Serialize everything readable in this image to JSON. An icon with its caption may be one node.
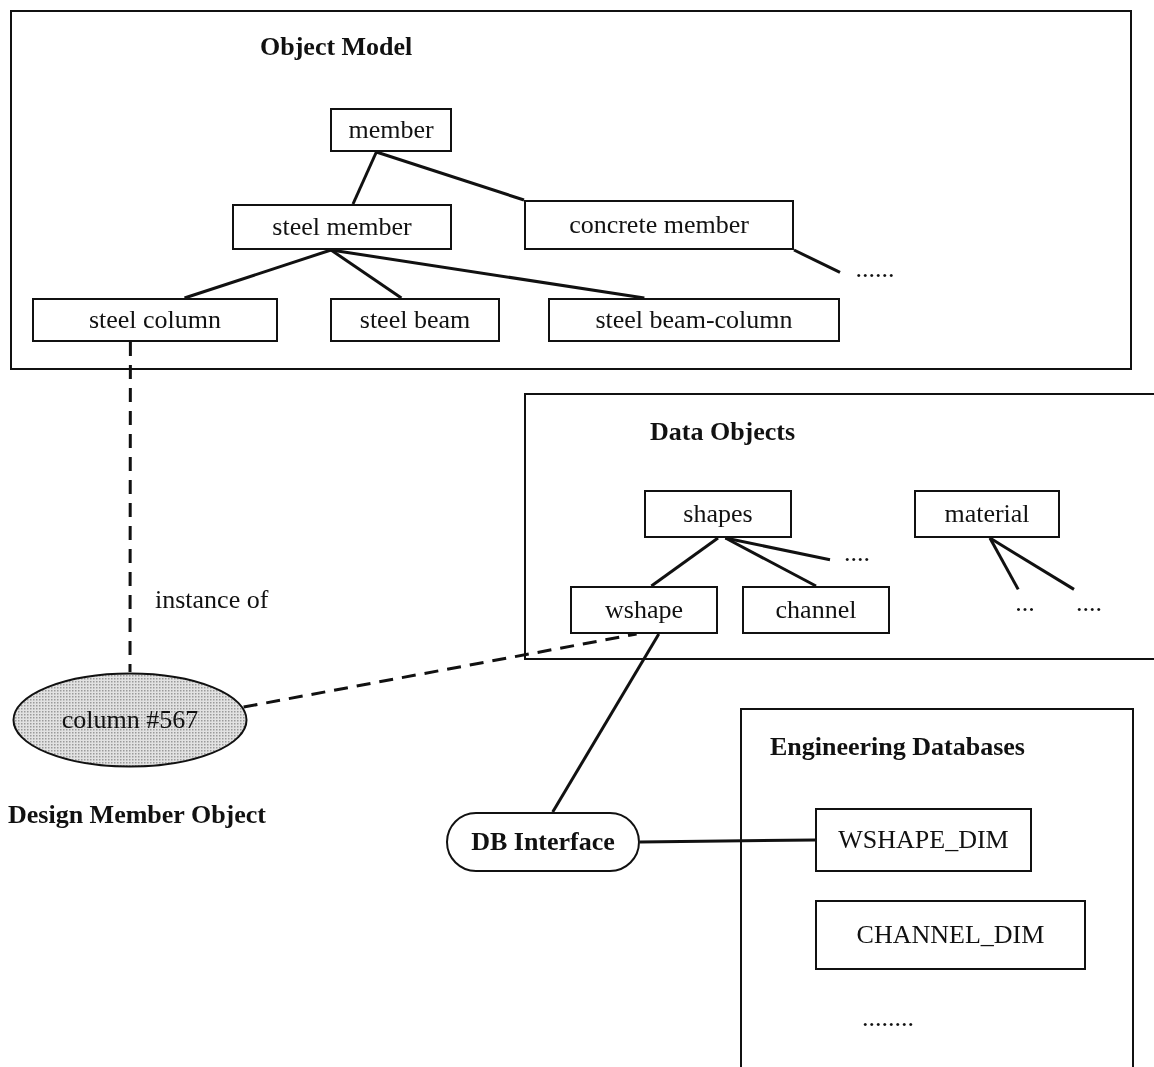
{
  "diagram": {
    "nodes": [
      {
        "text": [
          "Object Model"
        ]
      },
      {
        "text": [
          "member"
        ],
        "in": 0
      },
      {
        "text": [
          "steel member"
        ],
        "in": 0
      },
      {
        "text": [
          "concrete member"
        ],
        "in": 0
      },
      {
        "text": [
          "steel column"
        ],
        "in": 0
      },
      {
        "text": [
          "steel beam"
        ],
        "in": 0
      },
      {
        "text": [
          "steel beam-column"
        ],
        "in": 0
      },
      {
        "text": [
          "Data Objects"
        ]
      },
      {
        "text": [
          "shapes"
        ],
        "in": 7
      },
      {
        "text": [
          "material"
        ],
        "in": 7
      },
      {
        "text": [
          "wshape"
        ],
        "in": 7
      },
      {
        "text": [
          "channel"
        ],
        "in": 7
      },
      {
        "text": [
          "column #567"
        ],
        "beside": [
          "Design Member Object"
        ]
      },
      {
        "text": [
          "DB Interface"
        ]
      },
      {
        "text": [
          "Engineering Databases"
        ]
      },
      {
        "text": [
          "WSHAPE_DIM"
        ],
        "in": 14
      },
      {
        "text": [
          "CHANNEL_DIM"
        ],
        "in": 14
      },
      {
        "text": [
          "......"
        ],
        "in": 0
      },
      {
        "text": [
          "...."
        ],
        "in": 7
      },
      {
        "text": [
          "..."
        ],
        "in": 7
      },
      {
        "text": [
          "...."
        ],
        "in": 7
      }
    ],
    "edges": [
      {
        "from": 1,
        "to": 2,
        "arrow": "none"
      },
      {
        "from": 1,
        "to": 3,
        "arrow": "none"
      },
      {
        "from": 3,
        "to": 17,
        "arrow": "none"
      },
      {
        "from": 2,
        "to": 4,
        "arrow": "none"
      },
      {
        "from": 2,
        "to": 5,
        "arrow": "none"
      },
      {
        "from": 2,
        "to": 6,
        "arrow": "none"
      },
      {
        "from": 4,
        "to": 12,
        "arrow": "none",
        "style": "dashed",
        "label": "instance of"
      },
      {
        "from": 12,
        "to": 10,
        "arrow": "none",
        "style": "dashed"
      },
      {
        "from": 8,
        "to": 10,
        "arrow": "none"
      },
      {
        "from": 8,
        "to": 11,
        "arrow": "none"
      },
      {
        "from": 8,
        "to": 18,
        "arrow": "none"
      },
      {
        "from": 9,
        "to": 19,
        "arrow": "none"
      },
      {
        "from": 9,
        "to": 20,
        "arrow": "none"
      },
      {
        "from": 10,
        "to": 13,
        "arrow": "none"
      },
      {
        "from": 13,
        "to": 15,
        "arrow": "none"
      }
    ],
    "labels": [
      "........"
    ]
  }
}
